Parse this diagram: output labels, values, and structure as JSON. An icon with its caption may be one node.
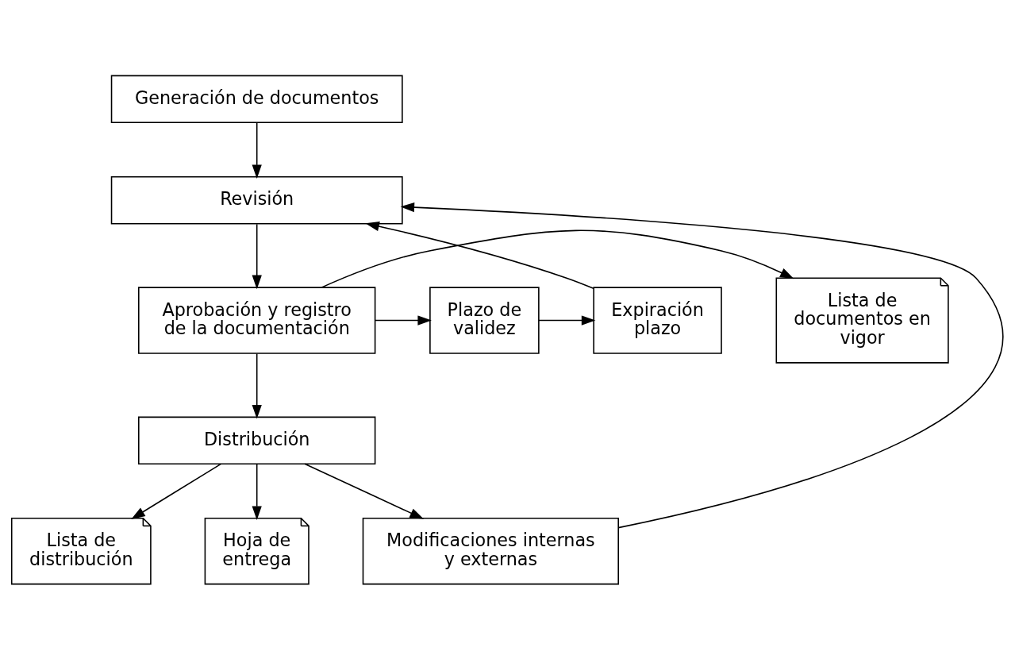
{
  "diagram": {
    "nodes": [
      {
        "text": [
          "Generación de documentos"
        ]
      },
      {
        "text": [
          "Revisión"
        ]
      },
      {
        "text": [
          "Aprobación y registro de la documentación"
        ]
      },
      {
        "text": [
          "Lista de documentos en vigor"
        ]
      },
      {
        "text": [
          "Plazo de validez"
        ]
      },
      {
        "text": [
          "Expiración plazo"
        ]
      },
      {
        "text": [
          "Distribución"
        ]
      },
      {
        "text": [
          "Lista de distribución"
        ]
      },
      {
        "text": [
          "Hoja de entrega"
        ]
      },
      {
        "text": [
          "Modificaciones internas y externas"
        ]
      }
    ],
    "edges": [
      {
        "from": 0,
        "to": 1,
        "arrow": "to"
      },
      {
        "from": 1,
        "to": 2,
        "arrow": "to"
      },
      {
        "from": 2,
        "to": 3,
        "arrow": "to"
      },
      {
        "from": 2,
        "to": 4,
        "arrow": "to"
      },
      {
        "from": 4,
        "to": 5,
        "arrow": "to"
      },
      {
        "from": 5,
        "to": 1,
        "arrow": "to"
      },
      {
        "from": 2,
        "to": 6,
        "arrow": "to"
      },
      {
        "from": 6,
        "to": 7,
        "arrow": "to"
      },
      {
        "from": 6,
        "to": 8,
        "arrow": "to"
      },
      {
        "from": 6,
        "to": 9,
        "arrow": "to"
      },
      {
        "from": 9,
        "to": 1,
        "arrow": "to"
      }
    ]
  }
}
